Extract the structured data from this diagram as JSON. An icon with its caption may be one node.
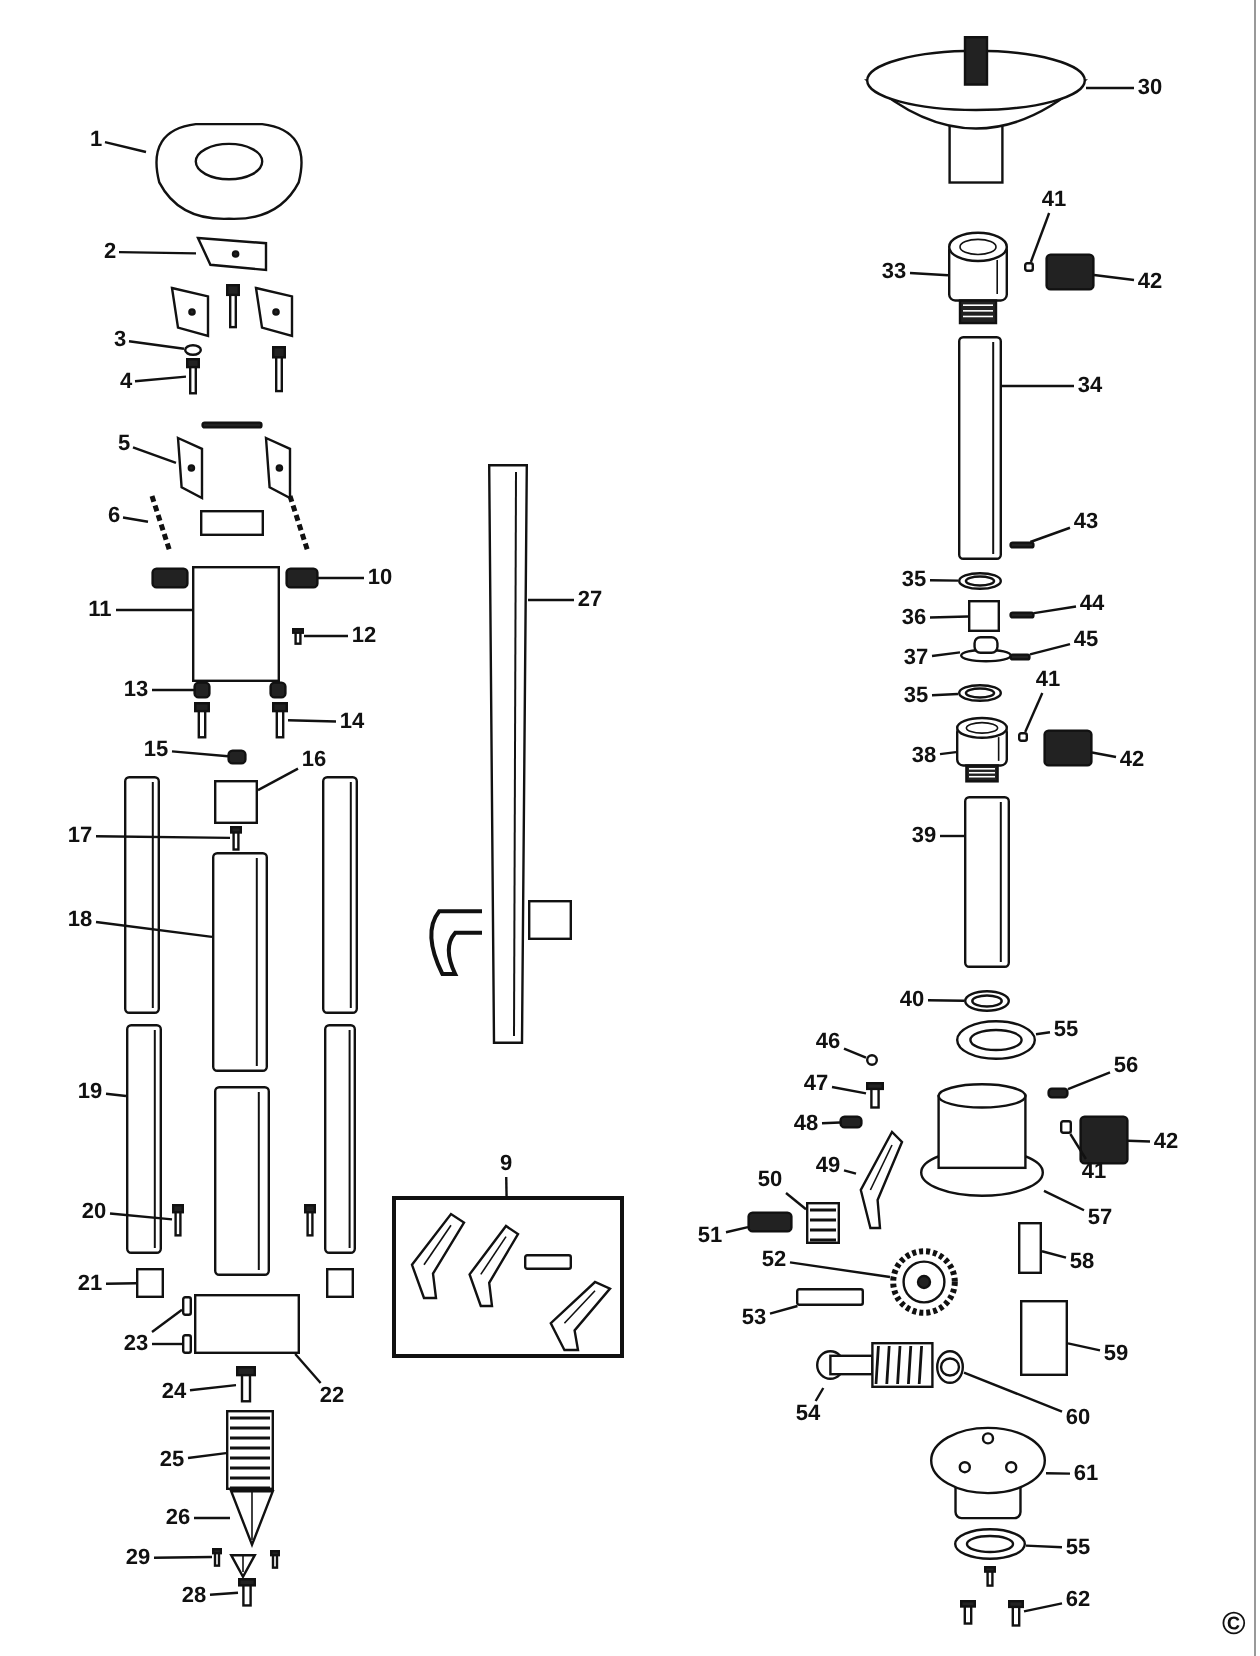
{
  "diagram": {
    "nodes": [
      {
        "text": [
          "1"
        ]
      },
      {
        "text": [],
        "shape": "picture"
      },
      {
        "text": [
          "2"
        ]
      },
      {
        "text": [],
        "shape": "picture"
      },
      {
        "text": [
          "3"
        ]
      },
      {
        "text": [],
        "shape": "circle"
      },
      {
        "text": [
          "4"
        ]
      },
      {
        "text": [],
        "shape": "picture"
      },
      {
        "text": [
          "5"
        ]
      },
      {
        "text": [],
        "shape": "picture"
      },
      {
        "text": [
          "6"
        ]
      },
      {
        "text": [],
        "shape": "picture"
      },
      {
        "text": [
          "10"
        ]
      },
      {
        "text": [],
        "shape": "bar"
      },
      {
        "text": [
          "11"
        ]
      },
      {
        "text": [],
        "shape": "box"
      },
      {
        "text": [
          "12"
        ]
      },
      {
        "text": [],
        "shape": "picture"
      },
      {
        "text": [
          "13"
        ]
      },
      {
        "text": [],
        "shape": "bar"
      },
      {
        "text": [
          "14"
        ]
      },
      {
        "text": [],
        "shape": "picture"
      },
      {
        "text": [
          "15"
        ]
      },
      {
        "text": [],
        "shape": "bar"
      },
      {
        "text": [
          "16"
        ]
      },
      {
        "text": [],
        "shape": "box"
      },
      {
        "text": [
          "17"
        ]
      },
      {
        "text": [],
        "shape": "picture"
      },
      {
        "text": [
          "18"
        ]
      },
      {
        "text": [],
        "shape": "picture"
      },
      {
        "text": [
          "19"
        ]
      },
      {
        "text": [],
        "shape": "picture"
      },
      {
        "text": [
          "20"
        ]
      },
      {
        "text": [],
        "shape": "picture"
      },
      {
        "text": [
          "21"
        ]
      },
      {
        "text": [],
        "shape": "box"
      },
      {
        "text": [
          "22"
        ]
      },
      {
        "text": [],
        "shape": "box"
      },
      {
        "text": [
          "23"
        ]
      },
      {
        "text": [],
        "shape": "box"
      },
      {
        "text": [],
        "shape": "box"
      },
      {
        "text": [
          "24"
        ]
      },
      {
        "text": [],
        "shape": "picture"
      },
      {
        "text": [
          "25"
        ]
      },
      {
        "text": [],
        "shape": "picture"
      },
      {
        "text": [
          "26"
        ]
      },
      {
        "text": [],
        "shape": "picture"
      },
      {
        "text": [
          "29"
        ]
      },
      {
        "text": [],
        "shape": "picture"
      },
      {
        "text": [
          "28"
        ]
      },
      {
        "text": [],
        "shape": "picture"
      },
      {
        "text": [
          "27"
        ]
      },
      {
        "text": [],
        "shape": "picture"
      },
      {
        "text": [
          "9"
        ]
      },
      {
        "text": [],
        "shape": "box"
      },
      {
        "text": [
          "30"
        ]
      },
      {
        "text": [],
        "shape": "picture"
      },
      {
        "text": [
          "41"
        ]
      },
      {
        "text": [],
        "shape": "box"
      },
      {
        "text": [
          "42"
        ]
      },
      {
        "text": [],
        "shape": "bar"
      },
      {
        "text": [
          "33"
        ]
      },
      {
        "text": [],
        "shape": "picture"
      },
      {
        "text": [
          "34"
        ]
      },
      {
        "text": [],
        "shape": "picture"
      },
      {
        "text": [
          "43"
        ]
      },
      {
        "text": [],
        "shape": "bar"
      },
      {
        "text": [
          "35"
        ]
      },
      {
        "text": [],
        "shape": "picture"
      },
      {
        "text": [
          "44"
        ]
      },
      {
        "text": [],
        "shape": "bar"
      },
      {
        "text": [
          "36"
        ]
      },
      {
        "text": [],
        "shape": "box"
      },
      {
        "text": [
          "37"
        ]
      },
      {
        "text": [],
        "shape": "picture"
      },
      {
        "text": [
          "45"
        ]
      },
      {
        "text": [],
        "shape": "bar"
      },
      {
        "text": [
          "35"
        ]
      },
      {
        "text": [],
        "shape": "picture"
      },
      {
        "text": [
          "41"
        ]
      },
      {
        "text": [],
        "shape": "box"
      },
      {
        "text": [
          "42"
        ]
      },
      {
        "text": [],
        "shape": "bar"
      },
      {
        "text": [
          "38"
        ]
      },
      {
        "text": [],
        "shape": "picture"
      },
      {
        "text": [
          "39"
        ]
      },
      {
        "text": [],
        "shape": "picture"
      },
      {
        "text": [
          "40"
        ]
      },
      {
        "text": [],
        "shape": "picture"
      },
      {
        "text": [
          "46"
        ]
      },
      {
        "text": [],
        "shape": "circle"
      },
      {
        "text": [
          "55"
        ]
      },
      {
        "text": [],
        "shape": "picture"
      },
      {
        "text": [
          "56"
        ]
      },
      {
        "text": [],
        "shape": "bar"
      },
      {
        "text": [
          "47"
        ]
      },
      {
        "text": [],
        "shape": "picture"
      },
      {
        "text": [
          "48"
        ]
      },
      {
        "text": [],
        "shape": "bar"
      },
      {
        "text": [
          "41"
        ]
      },
      {
        "text": [],
        "shape": "box"
      },
      {
        "text": [
          "42"
        ]
      },
      {
        "text": [],
        "shape": "bar"
      },
      {
        "text": [
          "49"
        ]
      },
      {
        "text": [],
        "shape": "picture"
      },
      {
        "text": [
          "57"
        ]
      },
      {
        "text": [],
        "shape": "picture"
      },
      {
        "text": [
          "50"
        ]
      },
      {
        "text": [],
        "shape": "picture"
      },
      {
        "text": [
          "51"
        ]
      },
      {
        "text": [],
        "shape": "bar"
      },
      {
        "text": [
          "52"
        ]
      },
      {
        "text": [],
        "shape": "picture"
      },
      {
        "text": [
          "58"
        ]
      },
      {
        "text": [],
        "shape": "box"
      },
      {
        "text": [
          "53"
        ]
      },
      {
        "text": [],
        "shape": "box"
      },
      {
        "text": [
          "59"
        ]
      },
      {
        "text": [],
        "shape": "box"
      },
      {
        "text": [
          "54"
        ]
      },
      {
        "text": [],
        "shape": "picture"
      },
      {
        "text": [
          "60"
        ]
      },
      {
        "text": [],
        "shape": "picture"
      },
      {
        "text": [
          "61"
        ]
      },
      {
        "text": [],
        "shape": "picture"
      },
      {
        "text": [
          "55"
        ]
      },
      {
        "text": [],
        "shape": "picture"
      },
      {
        "text": [
          "62"
        ]
      },
      {
        "text": [],
        "shape": "picture"
      },
      {
        "text": [],
        "shape": "picture"
      },
      {
        "text": [],
        "shape": "picture"
      },
      {
        "text": [],
        "shape": "picture"
      },
      {
        "text": [],
        "shape": "picture"
      },
      {
        "text": [],
        "shape": "bar"
      },
      {
        "text": [],
        "shape": "picture"
      },
      {
        "text": [],
        "shape": "box"
      },
      {
        "text": [],
        "shape": "picture"
      },
      {
        "text": [],
        "shape": "bar"
      },
      {
        "text": [],
        "shape": "bar"
      },
      {
        "text": [],
        "shape": "picture"
      },
      {
        "text": [],
        "shape": "picture"
      },
      {
        "text": [],
        "shape": "picture"
      },
      {
        "text": [],
        "shape": "picture"
      },
      {
        "text": [],
        "shape": "picture"
      },
      {
        "text": [],
        "shape": "picture"
      },
      {
        "text": [],
        "shape": "box"
      },
      {
        "text": [],
        "shape": "picture"
      },
      {
        "text": [],
        "shape": "picture"
      },
      {
        "text": [],
        "shape": "picture"
      },
      {
        "text": [],
        "shape": "box"
      },
      {
        "text": [],
        "shape": "picture",
        "in": 54
      },
      {
        "text": [],
        "shape": "picture",
        "in": 54
      },
      {
        "text": [],
        "shape": "box",
        "in": 54
      },
      {
        "text": [],
        "shape": "picture",
        "in": 54
      },
      {
        "text": [],
        "shape": "picture"
      },
      {
        "text": [],
        "shape": "picture"
      }
    ],
    "edges": [
      {
        "from": 0,
        "to": 1,
        "arrow": "none"
      },
      {
        "from": 2,
        "to": 3,
        "arrow": "none"
      },
      {
        "from": 4,
        "to": 5,
        "arrow": "none"
      },
      {
        "from": 6,
        "to": 7,
        "arrow": "none"
      },
      {
        "from": 8,
        "to": 9,
        "arrow": "none"
      },
      {
        "from": 10,
        "to": 11,
        "arrow": "none"
      },
      {
        "from": 12,
        "to": 13,
        "arrow": "none"
      },
      {
        "from": 14,
        "to": 15,
        "arrow": "none"
      },
      {
        "from": 16,
        "to": 17,
        "arrow": "none"
      },
      {
        "from": 18,
        "to": 19,
        "arrow": "none"
      },
      {
        "from": 20,
        "to": 21,
        "arrow": "none"
      },
      {
        "from": 22,
        "to": 23,
        "arrow": "none"
      },
      {
        "from": 24,
        "to": 25,
        "arrow": "none"
      },
      {
        "from": 26,
        "to": 27,
        "arrow": "none"
      },
      {
        "from": 28,
        "to": 29,
        "arrow": "none"
      },
      {
        "from": 30,
        "to": 31,
        "arrow": "none"
      },
      {
        "from": 32,
        "to": 33,
        "arrow": "none"
      },
      {
        "from": 34,
        "to": 35,
        "arrow": "none"
      },
      {
        "from": 36,
        "to": 37,
        "arrow": "none"
      },
      {
        "from": 38,
        "to": 39,
        "arrow": "none"
      },
      {
        "from": 38,
        "to": 40,
        "arrow": "none"
      },
      {
        "from": 41,
        "to": 42,
        "arrow": "none"
      },
      {
        "from": 43,
        "to": 44,
        "arrow": "none"
      },
      {
        "from": 45,
        "to": 46,
        "arrow": "none"
      },
      {
        "from": 47,
        "to": 48,
        "arrow": "none"
      },
      {
        "from": 49,
        "to": 50,
        "arrow": "none"
      },
      {
        "from": 51,
        "to": 52,
        "arrow": "none"
      },
      {
        "from": 53,
        "to": 54,
        "arrow": "none"
      },
      {
        "from": 55,
        "to": 56,
        "arrow": "none"
      },
      {
        "from": 57,
        "to": 58,
        "arrow": "none"
      },
      {
        "from": 59,
        "to": 60,
        "arrow": "none"
      },
      {
        "from": 61,
        "to": 62,
        "arrow": "none"
      },
      {
        "from": 63,
        "to": 64,
        "arrow": "none"
      },
      {
        "from": 65,
        "to": 66,
        "arrow": "none"
      },
      {
        "from": 67,
        "to": 68,
        "arrow": "none"
      },
      {
        "from": 69,
        "to": 70,
        "arrow": "none"
      },
      {
        "from": 71,
        "to": 72,
        "arrow": "none"
      },
      {
        "from": 73,
        "to": 74,
        "arrow": "none"
      },
      {
        "from": 75,
        "to": 76,
        "arrow": "none"
      },
      {
        "from": 77,
        "to": 78,
        "arrow": "none"
      },
      {
        "from": 79,
        "to": 80,
        "arrow": "none"
      },
      {
        "from": 81,
        "to": 82,
        "arrow": "none"
      },
      {
        "from": 83,
        "to": 84,
        "arrow": "none"
      },
      {
        "from": 85,
        "to": 86,
        "arrow": "none"
      },
      {
        "from": 87,
        "to": 88,
        "arrow": "none"
      },
      {
        "from": 89,
        "to": 90,
        "arrow": "none"
      },
      {
        "from": 91,
        "to": 92,
        "arrow": "none"
      },
      {
        "from": 93,
        "to": 94,
        "arrow": "none"
      },
      {
        "from": 95,
        "to": 96,
        "arrow": "none"
      },
      {
        "from": 97,
        "to": 98,
        "arrow": "none"
      },
      {
        "from": 99,
        "to": 100,
        "arrow": "none"
      },
      {
        "from": 101,
        "to": 102,
        "arrow": "none"
      },
      {
        "from": 103,
        "to": 104,
        "arrow": "none"
      },
      {
        "from": 105,
        "to": 106,
        "arrow": "none"
      },
      {
        "from": 107,
        "to": 108,
        "arrow": "none"
      },
      {
        "from": 109,
        "to": 110,
        "arrow": "none"
      },
      {
        "from": 111,
        "to": 112,
        "arrow": "none"
      },
      {
        "from": 113,
        "to": 114,
        "arrow": "none"
      },
      {
        "from": 115,
        "to": 116,
        "arrow": "none"
      },
      {
        "from": 117,
        "to": 118,
        "arrow": "none"
      },
      {
        "from": 119,
        "to": 120,
        "arrow": "none"
      },
      {
        "from": 121,
        "to": 122,
        "arrow": "none"
      },
      {
        "from": 123,
        "to": 124,
        "arrow": "none"
      },
      {
        "from": 125,
        "to": 126,
        "arrow": "none"
      },
      {
        "from": 127,
        "to": 128,
        "arrow": "none"
      }
    ],
    "labels": [
      "©"
    ]
  }
}
